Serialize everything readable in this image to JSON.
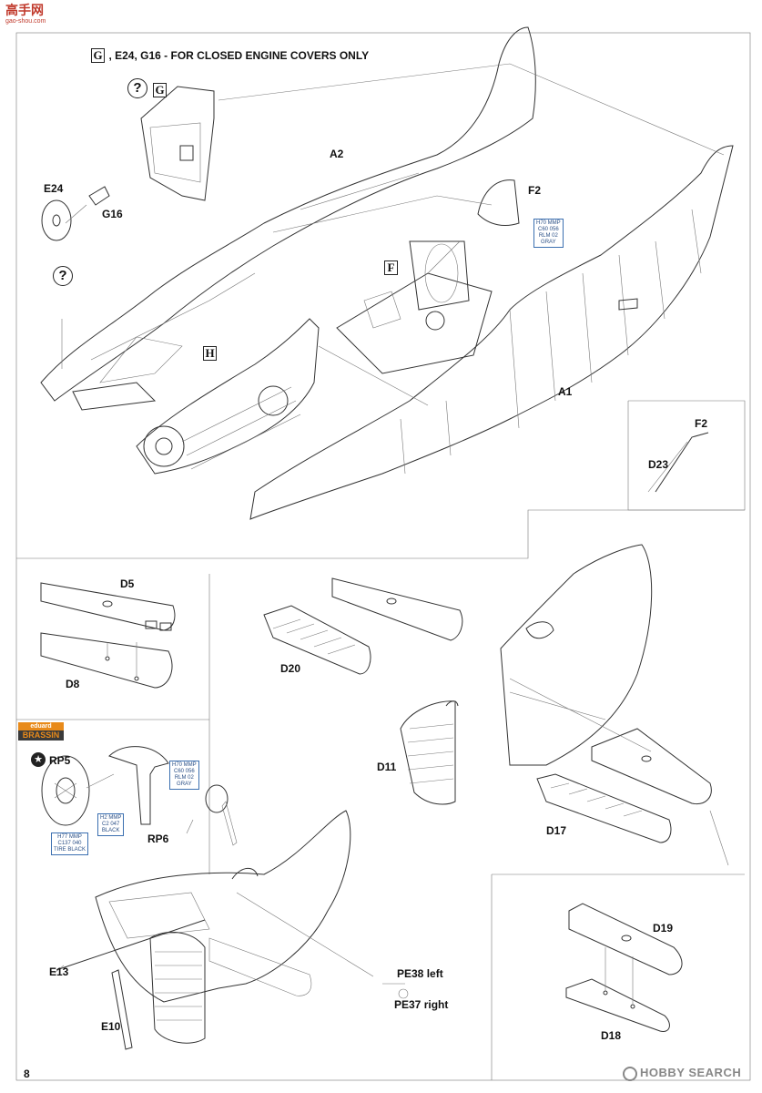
{
  "watermark_top": {
    "brand": "高手网",
    "url": "gao-shou.com"
  },
  "header_note": {
    "boxed_letter": "G",
    "text": ", E24, G16 - FOR CLOSED ENGINE COVERS ONLY"
  },
  "optional_marks": {
    "q_g": "?",
    "q_g_letter": "G",
    "q_e24": "?"
  },
  "labels": {
    "E24": "E24",
    "G16": "G16",
    "A2": "A2",
    "F2": "F2",
    "F_box": "F",
    "H_box": "H",
    "A1": "A1",
    "F2_detail": "F2",
    "D23": "D23",
    "D5": "D5",
    "D8": "D8",
    "D20": "D20",
    "D11": "D11",
    "D17": "D17",
    "RP5": "RP5",
    "RP6": "RP6",
    "E13": "E13",
    "E10": "E10",
    "PE38": "PE38 left",
    "PE37": "PE37 right",
    "D19": "D19",
    "D18": "D18"
  },
  "brassin_badge": {
    "top": "eduard",
    "bottom": "BRASSIN"
  },
  "color_chips": {
    "f2_seat": [
      "H70  MMP",
      "C60  056",
      "RLM 02",
      "GRAY"
    ],
    "rp6_strut": [
      "H70  MMP",
      "C60  056",
      "RLM 02",
      "GRAY"
    ],
    "rp5_hub": [
      "H2   MMP",
      "C2    047",
      "BLACK"
    ],
    "rp5_tire": [
      "H77  MMP",
      "C137  040",
      "TIRE BLACK"
    ]
  },
  "page_number": "8",
  "watermark_bottom": "HOBBY SEARCH",
  "colors": {
    "line": "#333333",
    "chip_blue": "#3b6fb0",
    "brassin_orange": "#e88a1a",
    "brassin_dark": "#3a3a3a"
  }
}
